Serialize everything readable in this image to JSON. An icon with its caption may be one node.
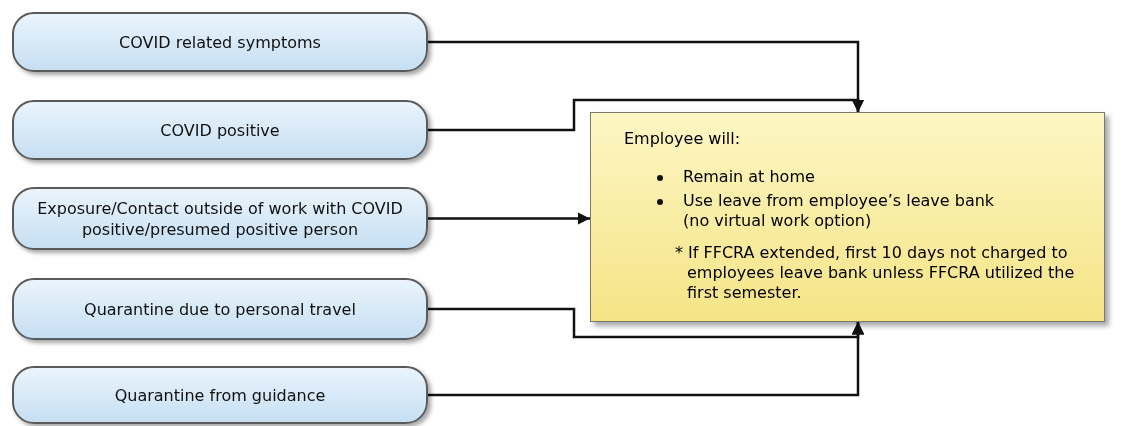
{
  "diagram": {
    "nodes": [
      {
        "text": [
          "COVID related symptoms"
        ]
      },
      {
        "text": [
          "COVID positive"
        ]
      },
      {
        "text": [
          "Exposure/Contact outside of work with COVID positive/presumed positive person"
        ]
      },
      {
        "text": [
          "Quarantine due to personal travel"
        ]
      },
      {
        "text": [
          "Quarantine from guidance"
        ]
      },
      {
        "text": [
          "Employee will:",
          "Remain at home",
          "Use leave from employee’s leave bank (no virtual work option)",
          "* If FFCRA extended, first 10 days not charged to employees leave bank unless FFCRA utilized the first semester."
        ]
      }
    ],
    "edges": [
      {
        "from": 0,
        "to": 5,
        "arrow": "to"
      },
      {
        "from": 1,
        "to": 5,
        "arrow": "to"
      },
      {
        "from": 2,
        "to": 5,
        "arrow": "to"
      },
      {
        "from": 3,
        "to": 5,
        "arrow": "to"
      },
      {
        "from": 4,
        "to": 5,
        "arrow": "to"
      }
    ]
  }
}
